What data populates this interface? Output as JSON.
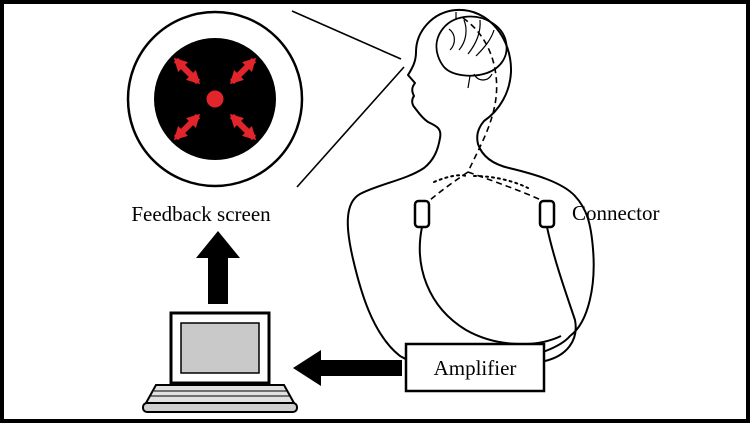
{
  "figure": {
    "labels": {
      "feedback_screen": "Feedback screen",
      "connector": "Connector",
      "amplifier": "Amplifier"
    },
    "colors": {
      "outline": "#000000",
      "background": "#ffffff",
      "arrow_red": "#e2242b",
      "laptop_screen_gray": "#c9c9c9",
      "laptop_base_gray": "#e0e0e0"
    },
    "icons": {
      "feedback_screen": "feedback-screen-icon",
      "human_figure": "human-figure-icon",
      "brain": "brain-icon",
      "connectors": "connector-icon",
      "laptop": "laptop-icon",
      "amplifier": "amplifier-box",
      "up_arrow": "arrow-up-icon",
      "left_arrow": "arrow-left-icon"
    }
  }
}
